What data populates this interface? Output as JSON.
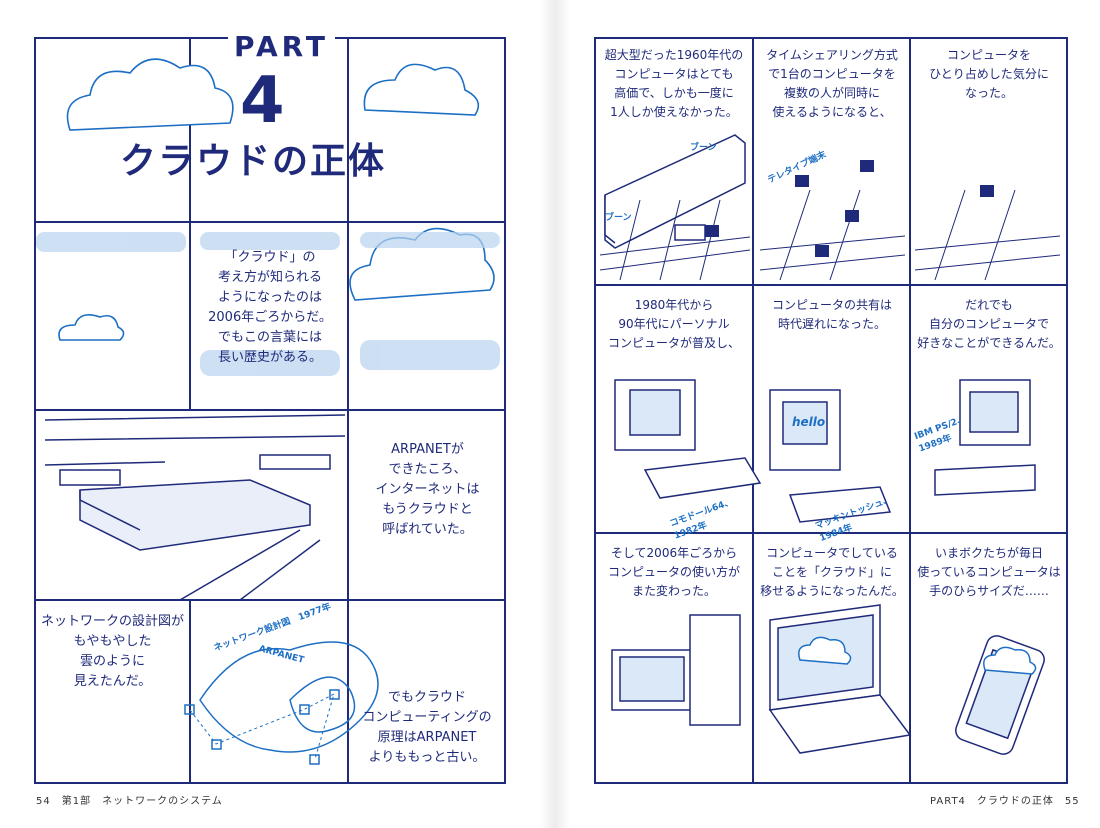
{
  "left": {
    "part_label": "PART",
    "part_number": "4",
    "title": "クラウドの正体",
    "p1": "「クラウド」の\n考え方が知られる\nようになったのは\n2006年ごろからだ。\nでもこの言葉には\n長い歴史がある。",
    "p2": "ARPANETが\nできたころ、\nインターネットは\nもうクラウドと\n呼ばれていた。",
    "p3": "ネットワークの設計図が\nもやもやした\n雲のように\n見えたんだ。",
    "p4": "でもクラウド\nコンピューティングの\n原理はARPANET\nよりももっと古い。",
    "map_label1": "ネットワーク設計図　1977年",
    "map_label2": "ARPANET",
    "footer": "54　第1部　ネットワークのシステム"
  },
  "right": {
    "r1": "超大型だった1960年代の\nコンピュータはとても\n高価で、しかも一度に\n1人しか使えなかった。",
    "r2": "タイムシェアリング方式\nで1台のコンピュータを\n複数の人が同時に\n使えるようになると、",
    "r3": "コンピュータを\nひとり占めした気分に\nなった。",
    "r4": "1980年代から\n90年代にパーソナル\nコンピュータが普及し、",
    "r5": "コンピュータの共有は\n時代遅れになった。",
    "r6": "だれでも\n自分のコンピュータで\n好きなことができるんだ。",
    "r7": "そして2006年ごろから\nコンピュータの使い方が\nまた変わった。",
    "r8": "コンピュータでしている\nことを「クラウド」に\n移せるようになったんだ。",
    "r9": "いまボクたちが毎日\n使っているコンピュータは\n手のひらサイズだ……",
    "label_teletype": "テレタイプ端末",
    "label_buun1": "ブーン",
    "label_buun2": "ブーン",
    "label_c64": "コモドール64、\n1982年",
    "label_mac": "マッキントッシュ、\n1984年",
    "label_ibm": "IBM PS/2、\n1989年",
    "screen_hello": "hello",
    "footer": "PART4　クラウドの正体　55"
  },
  "colors": {
    "ink": "#1f2a7a",
    "accent": "#1d6fc4",
    "sky": "#9bc4ea"
  }
}
